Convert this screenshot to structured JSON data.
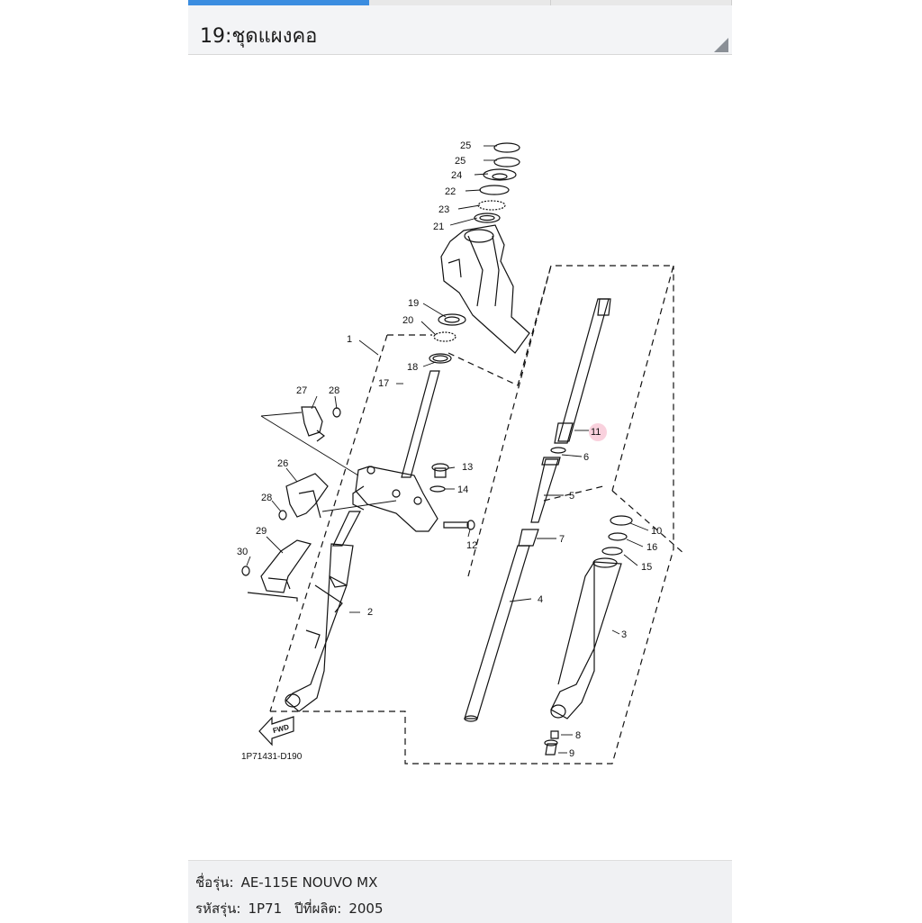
{
  "header": {
    "title": "19:ชุดแผงคอ"
  },
  "diagram": {
    "code": "1P71431-D190",
    "fwd": "FWD",
    "callouts": [
      "1",
      "2",
      "3",
      "4",
      "5",
      "6",
      "7",
      "8",
      "9",
      "10",
      "11",
      "12",
      "13",
      "14",
      "15",
      "16",
      "17",
      "18",
      "19",
      "20",
      "21",
      "22",
      "23",
      "24",
      "25",
      "25",
      "26",
      "27",
      "28",
      "28",
      "29",
      "30"
    ],
    "highlighted_callout": "11"
  },
  "info": {
    "model_label": "ชื่อรุ่น:",
    "model_value": "AE-115E NOUVO MX",
    "code_label": "รหัสรุ่น:",
    "code_value": "1P71",
    "year_label": "ปีที่ผลิต:",
    "year_value": "2005"
  },
  "colors": {
    "accent": "#3b8de0",
    "highlight": "#f7c6d4"
  }
}
